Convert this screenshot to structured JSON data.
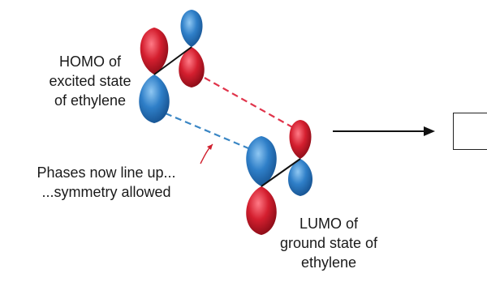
{
  "labels": {
    "homo": [
      "HOMO of",
      "excited state",
      "of ethylene"
    ],
    "lumo": [
      "LUMO of",
      "ground state of",
      "ethylene"
    ],
    "note": [
      "Phases now line up...",
      "...symmetry allowed"
    ]
  },
  "colors": {
    "red_lobe": "#d0202e",
    "blue_lobe": "#2f7fc8",
    "red_dash": "#e0334a",
    "blue_dash": "#3a86c4",
    "bond": "#111111",
    "arrow": "#111111"
  },
  "result_box": ""
}
